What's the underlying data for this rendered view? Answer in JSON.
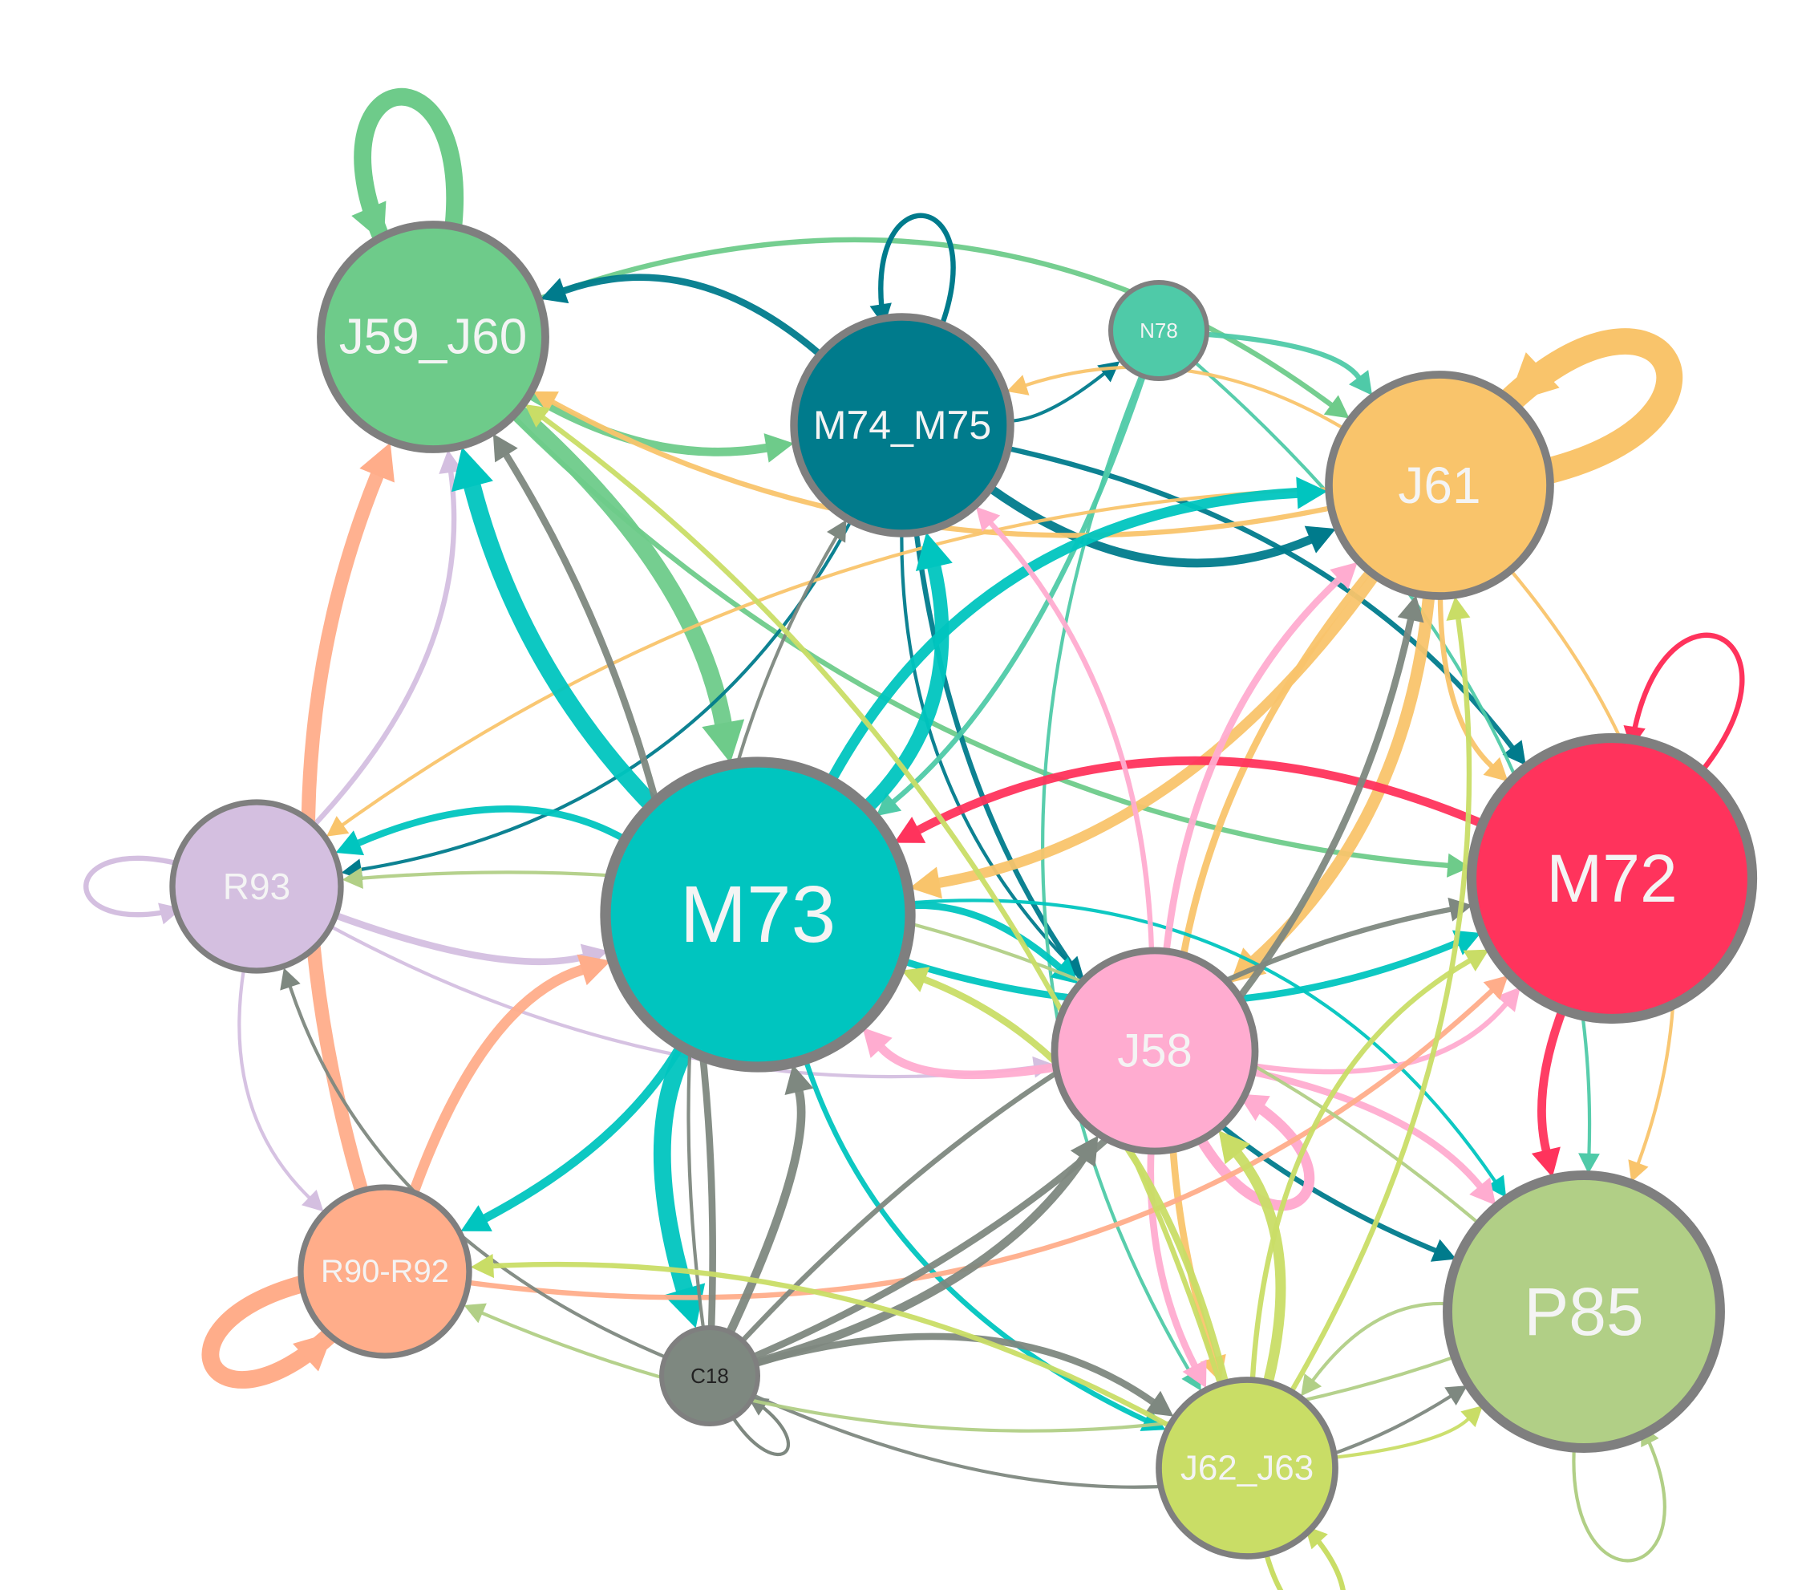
{
  "nodes": [
    {
      "id": "J59_J60",
      "label": "J59_J60",
      "color": "#6ecb8a"
    },
    {
      "id": "M74_M75",
      "label": "M74_M75",
      "color": "#007b8c"
    },
    {
      "id": "N78",
      "label": "N78",
      "color": "#4fcaa8"
    },
    {
      "id": "J61",
      "label": "J61",
      "color": "#f9c46b"
    },
    {
      "id": "M72",
      "label": "M72",
      "color": "#ff335c"
    },
    {
      "id": "R93",
      "label": "R93",
      "color": "#d4bfe0"
    },
    {
      "id": "M73",
      "label": "M73",
      "color": "#00c5bf"
    },
    {
      "id": "J58",
      "label": "J58",
      "color": "#ffacd0"
    },
    {
      "id": "R90-R92",
      "label": "R90-R92",
      "color": "#ffad8a"
    },
    {
      "id": "C18",
      "label": "C18",
      "color": "#7e8880"
    },
    {
      "id": "P85",
      "label": "P85",
      "color": "#b1cf86"
    },
    {
      "id": "J62_J63",
      "label": "J62_J63",
      "color": "#c9dd66"
    }
  ],
  "edges": [
    {
      "from": "J59_J60",
      "to": "J59_J60",
      "weight": 9
    },
    {
      "from": "J59_J60",
      "to": "M74_M75",
      "weight": 4
    },
    {
      "from": "J59_J60",
      "to": "J61",
      "weight": 2
    },
    {
      "from": "J59_J60",
      "to": "M72",
      "weight": 2
    },
    {
      "from": "J59_J60",
      "to": "M73",
      "weight": 9
    },
    {
      "from": "M74_M75",
      "to": "M74_M75",
      "weight": 2
    },
    {
      "from": "M74_M75",
      "to": "J59_J60",
      "weight": 3
    },
    {
      "from": "M74_M75",
      "to": "J61",
      "weight": 4
    },
    {
      "from": "M74_M75",
      "to": "M72",
      "weight": 2
    },
    {
      "from": "M74_M75",
      "to": "J58",
      "weight": 1
    },
    {
      "from": "M74_M75",
      "to": "P85",
      "weight": 2
    },
    {
      "from": "M74_M75",
      "to": "R93",
      "weight": 1
    },
    {
      "from": "M74_M75",
      "to": "N78",
      "weight": 1
    },
    {
      "from": "N78",
      "to": "J61",
      "weight": 2
    },
    {
      "from": "N78",
      "to": "M73",
      "weight": 2
    },
    {
      "from": "N78",
      "to": "J62_J63",
      "weight": 1
    },
    {
      "from": "N78",
      "to": "P85",
      "weight": 1
    },
    {
      "from": "J61",
      "to": "J61",
      "weight": 14
    },
    {
      "from": "J61",
      "to": "M73",
      "weight": 5
    },
    {
      "from": "J61",
      "to": "J59_J60",
      "weight": 2
    },
    {
      "from": "J61",
      "to": "M74_M75",
      "weight": 1
    },
    {
      "from": "J61",
      "to": "M72",
      "weight": 2
    },
    {
      "from": "J61",
      "to": "J58",
      "weight": 6
    },
    {
      "from": "J61",
      "to": "J62_J63",
      "weight": 3
    },
    {
      "from": "J61",
      "to": "P85",
      "weight": 1
    },
    {
      "from": "J61",
      "to": "R93",
      "weight": 1
    },
    {
      "from": "M72",
      "to": "M72",
      "weight": 2
    },
    {
      "from": "M72",
      "to": "P85",
      "weight": 4
    },
    {
      "from": "M72",
      "to": "M73",
      "weight": 4
    },
    {
      "from": "R93",
      "to": "R93",
      "weight": 2
    },
    {
      "from": "R93",
      "to": "J59_J60",
      "weight": 2
    },
    {
      "from": "R93",
      "to": "M73",
      "weight": 3
    },
    {
      "from": "R93",
      "to": "R90-R92",
      "weight": 1
    },
    {
      "from": "R93",
      "to": "J58",
      "weight": 1
    },
    {
      "from": "M73",
      "to": "J59_J60",
      "weight": 9
    },
    {
      "from": "M73",
      "to": "M74_M75",
      "weight": 7
    },
    {
      "from": "M73",
      "to": "J61",
      "weight": 5
    },
    {
      "from": "M73",
      "to": "M72",
      "weight": 3
    },
    {
      "from": "M73",
      "to": "R93",
      "weight": 3
    },
    {
      "from": "M73",
      "to": "R90-R92",
      "weight": 4
    },
    {
      "from": "M73",
      "to": "J58",
      "weight": 3
    },
    {
      "from": "M73",
      "to": "J62_J63",
      "weight": 2
    },
    {
      "from": "M73",
      "to": "C18",
      "weight": 9
    },
    {
      "from": "M73",
      "to": "P85",
      "weight": 1
    },
    {
      "from": "J58",
      "to": "M72",
      "weight": 2
    },
    {
      "from": "J58",
      "to": "M73",
      "weight": 4
    },
    {
      "from": "J58",
      "to": "J61",
      "weight": 3
    },
    {
      "from": "J58",
      "to": "J58",
      "weight": 5
    },
    {
      "from": "J58",
      "to": "P85",
      "weight": 3
    },
    {
      "from": "J58",
      "to": "J62_J63",
      "weight": 3
    },
    {
      "from": "J58",
      "to": "M74_M75",
      "weight": 2
    },
    {
      "from": "R90-R92",
      "to": "R90-R92",
      "weight": 9
    },
    {
      "from": "R90-R92",
      "to": "J59_J60",
      "weight": 7
    },
    {
      "from": "R90-R92",
      "to": "M73",
      "weight": 5
    },
    {
      "from": "R90-R92",
      "to": "M72",
      "weight": 2
    },
    {
      "from": "C18",
      "to": "C18",
      "weight": 1
    },
    {
      "from": "C18",
      "to": "J59_J60",
      "weight": 3
    },
    {
      "from": "C18",
      "to": "M73",
      "weight": 4
    },
    {
      "from": "C18",
      "to": "J58",
      "weight": 4
    },
    {
      "from": "C18",
      "to": "J61",
      "weight": 3
    },
    {
      "from": "C18",
      "to": "M72",
      "weight": 2
    },
    {
      "from": "C18",
      "to": "J62_J63",
      "weight": 3
    },
    {
      "from": "C18",
      "to": "R93",
      "weight": 1
    },
    {
      "from": "C18",
      "to": "P85",
      "weight": 1
    },
    {
      "from": "C18",
      "to": "M74_M75",
      "weight": 1
    },
    {
      "from": "P85",
      "to": "P85",
      "weight": 1
    },
    {
      "from": "P85",
      "to": "J62_J63",
      "weight": 1
    },
    {
      "from": "P85",
      "to": "R90-R92",
      "weight": 1
    },
    {
      "from": "P85",
      "to": "R93",
      "weight": 1
    },
    {
      "from": "J62_J63",
      "to": "J62_J63",
      "weight": 2
    },
    {
      "from": "J62_J63",
      "to": "M73",
      "weight": 3
    },
    {
      "from": "J62_J63",
      "to": "J59_J60",
      "weight": 2
    },
    {
      "from": "J62_J63",
      "to": "J58",
      "weight": 5
    },
    {
      "from": "J62_J63",
      "to": "R90-R92",
      "weight": 2
    },
    {
      "from": "J62_J63",
      "to": "J61",
      "weight": 2
    },
    {
      "from": "J62_J63",
      "to": "M72",
      "weight": 2
    },
    {
      "from": "J62_J63",
      "to": "P85",
      "weight": 1
    }
  ]
}
